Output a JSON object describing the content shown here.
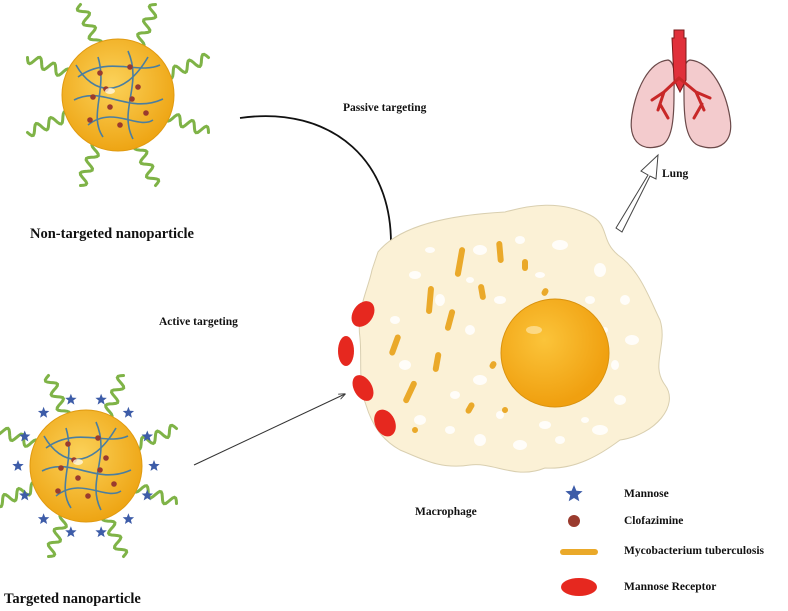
{
  "labels": {
    "non_targeted": "Non-targeted nanoparticle",
    "targeted": "Targeted nanoparticle",
    "passive": "Passive targeting",
    "active": "Active targeting",
    "macrophage": "Macrophage",
    "lung": "Lung"
  },
  "legend": [
    {
      "icon": "blue-star",
      "label": "Mannose"
    },
    {
      "icon": "brown-dot",
      "label": "Clofazimine"
    },
    {
      "icon": "orange-dash",
      "label": "Mycobacterium tuberculosis"
    },
    {
      "icon": "red-ellipse",
      "label": "Mannose Receptor"
    }
  ],
  "colors": {
    "particle": "#f5b325",
    "chain": "#7fb347",
    "star": "#3d5ca8",
    "drug": "#9a3b2e",
    "bacteria": "#eaa92a",
    "receptor": "#e6281f",
    "cell": "#faf0d3",
    "nucleus": "#f2a61e",
    "lung": "#f2c9cc"
  }
}
